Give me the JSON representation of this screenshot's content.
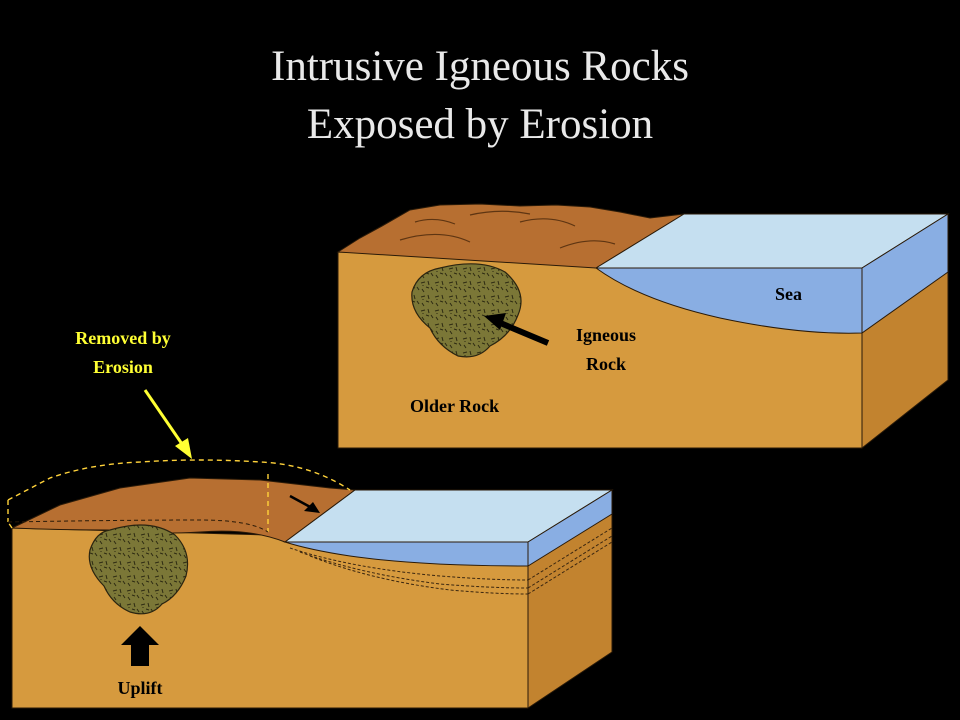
{
  "slide": {
    "title_line1": "Intrusive Igneous Rocks",
    "title_line2": "Exposed by Erosion"
  },
  "labels": {
    "sea": "Sea",
    "igneous_line1": "Igneous",
    "igneous_line2": "Rock",
    "older_rock": "Older Rock",
    "removed_line1": "Removed by",
    "removed_line2": "Erosion",
    "uplift": "Uplift"
  },
  "colors": {
    "background": "#000000",
    "rock_body": "#d69a3e",
    "rock_surface": "#b76f31",
    "rock_side": "#c2832f",
    "igneous": "#7b7737",
    "sea_surface": "#c5dff0",
    "sea_front": "#89aee3",
    "erosion_label": "#ffff33",
    "title_text": "#e9e9e9"
  }
}
